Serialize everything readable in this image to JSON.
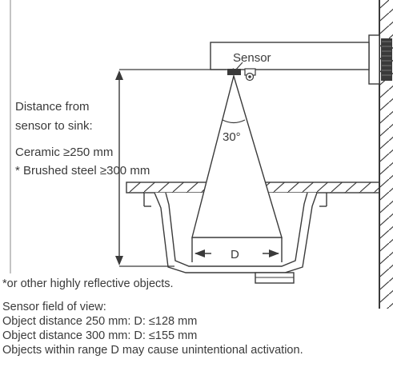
{
  "diagram": {
    "sensor_label": "Sensor",
    "angle_label": "30°",
    "field_width_label": "D",
    "distance_heading_line1": "Distance from",
    "distance_heading_line2": "sensor to sink:",
    "ceramic_distance": "Ceramic ≥250 mm",
    "steel_distance": "* Brushed steel ≥300 mm"
  },
  "notes": {
    "footnote": "*or other highly reflective objects.",
    "fov_heading": "Sensor field of view:",
    "fov_250": "Object distance 250 mm: D: ≤128 mm",
    "fov_300": "Object distance 300 mm:  D: ≤155 mm",
    "warning": "Objects within range D may cause unintentional activation."
  }
}
